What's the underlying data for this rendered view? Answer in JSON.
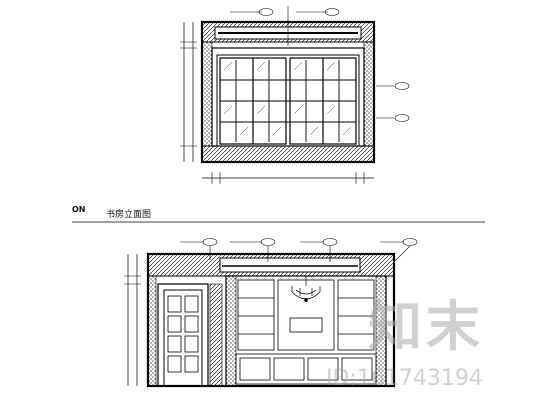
{
  "caption": {
    "prefix": "ON",
    "title": "书房立面图"
  },
  "watermark": {
    "logo_text": "知末",
    "id_text": "ID:161743194"
  }
}
